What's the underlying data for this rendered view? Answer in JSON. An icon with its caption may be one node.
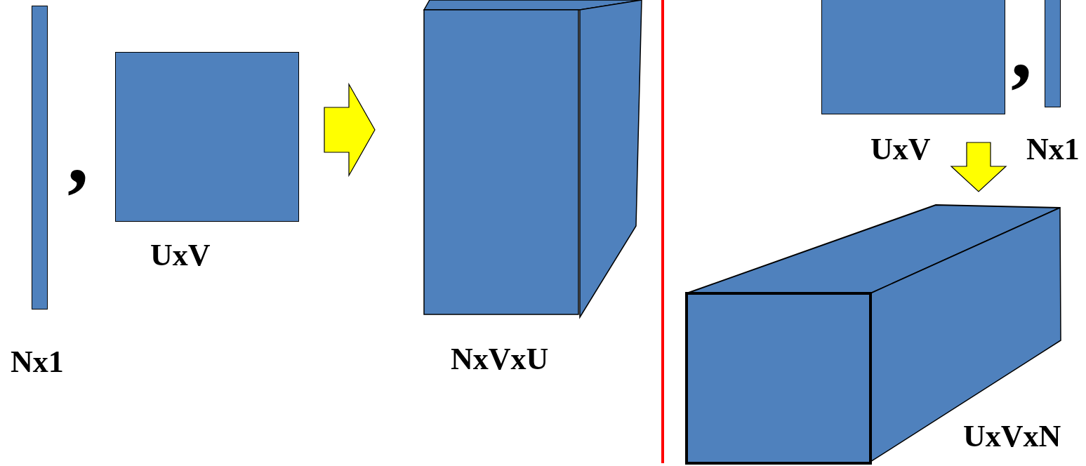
{
  "diagram": {
    "nodes": [
      {
        "text": [],
        "shape": "bar",
        "beside": [
          "Nx1"
        ]
      },
      {
        "text": [],
        "shape": "box",
        "beside": [
          "UxV"
        ]
      },
      {
        "text": [],
        "shape": "cuboid",
        "beside": [
          "NxVxU"
        ]
      },
      {
        "text": [],
        "shape": "box",
        "beside": [
          "UxV"
        ]
      },
      {
        "text": [],
        "shape": "bar",
        "beside": [
          "Nx1"
        ]
      },
      {
        "text": [],
        "shape": "cuboid",
        "beside": [
          "UxVxN"
        ]
      }
    ],
    "edges": [
      {
        "from": 1,
        "to": 2,
        "arrow": "to"
      },
      {
        "from": 3,
        "to": 5,
        "arrow": "to"
      }
    ],
    "labels": [
      ",",
      ","
    ]
  }
}
